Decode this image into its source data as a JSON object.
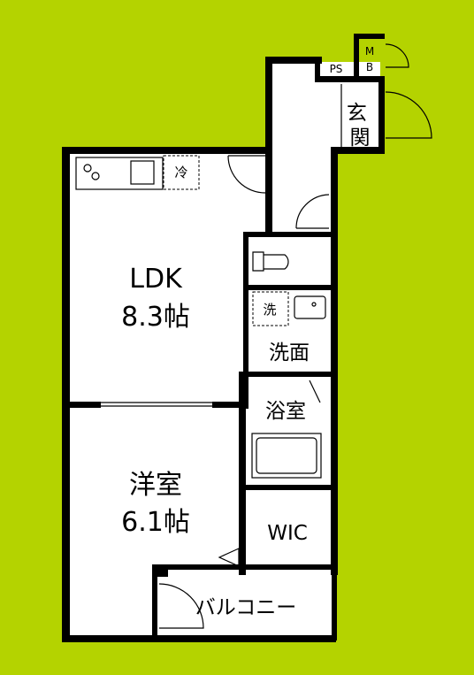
{
  "rooms": {
    "ldk": {
      "name": "LDK",
      "size": "8.3帖"
    },
    "western": {
      "name": "洋室",
      "size": "6.1帖"
    },
    "washroom": {
      "name": "洗面"
    },
    "bathroom": {
      "name": "浴室"
    },
    "wic": {
      "name": "WIC"
    },
    "balcony": {
      "name": "バルコニー"
    },
    "entrance": {
      "name": "玄関"
    }
  },
  "fixtures": {
    "fridge": "冷",
    "washer": "洗",
    "ps": "PS",
    "mb_top": "M",
    "mb_bottom": "B"
  },
  "colors": {
    "background": "#b4d300",
    "wall": "#000000",
    "floor": "#ffffff"
  }
}
